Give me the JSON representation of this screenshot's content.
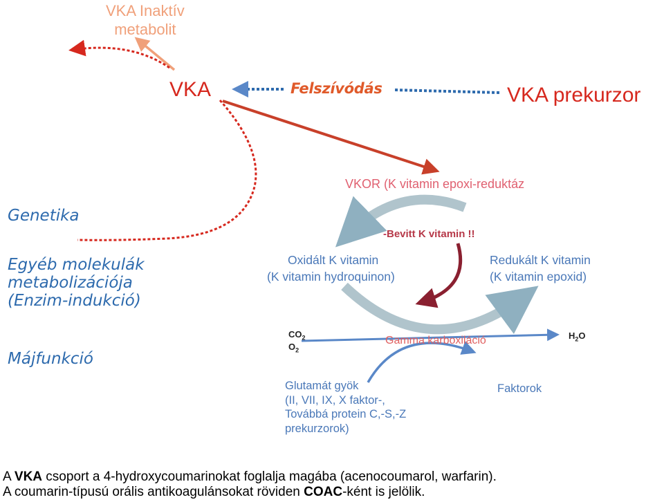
{
  "top": {
    "inactive_metabolite": [
      "VKA Inaktív",
      "metabolit"
    ],
    "vka": "VKA",
    "absorption": "Felszívódás",
    "vka_precursor": "VKA prekurzor"
  },
  "left_factors": {
    "genetics": "Genetika",
    "other_molecules": [
      "Egyéb molekulák",
      "metabolizációja",
      "(Enzim-indukció)"
    ],
    "liver_function": "Májfunkció"
  },
  "cycle": {
    "enzyme": "VKOR (K vitamin epoxi-reduktáz",
    "intake_dash": "-",
    "intake": "Bevitt K vitamin !!",
    "oxidized": [
      "Oxidált K vitamin",
      "(K vitamin hydroquinon)"
    ],
    "reduced": [
      "Redukált K vitamin",
      "(K vitamin epoxid)"
    ]
  },
  "carboxylation": {
    "label": "Gamma karboxiláció",
    "co2": "CO",
    "co2_sub": "2",
    "o2": "O",
    "o2_sub": "2",
    "h2o_h": "H",
    "h2o_sub": "2",
    "h2o_o": "O"
  },
  "substrates": {
    "glutamate": [
      "Glutamát gyök",
      "(II, VII, IX, X faktor-,",
      "Továbbá protein C,-S,-Z",
      "prekurzorok)"
    ],
    "factors": "Faktorok"
  },
  "caption": {
    "line1_pre": "A ",
    "line1_bold": "VKA",
    "line1_post": " csoport a 4-hydroxycoumarinokat foglalja magába (acenocoumarol, warfarin).",
    "line2_pre": "A coumarin-típusú orális antikoagulánsokat röviden ",
    "line2_bold": "COAC",
    "line2_post": "-ként is jelölik."
  },
  "colors": {
    "red": "#d6281e",
    "orange": "#f0a07a",
    "blue": "#2d6aad",
    "light_blue": "#4a78b8",
    "gray_arrow": "#a8b8c0",
    "dark_red": "#8a2030"
  }
}
